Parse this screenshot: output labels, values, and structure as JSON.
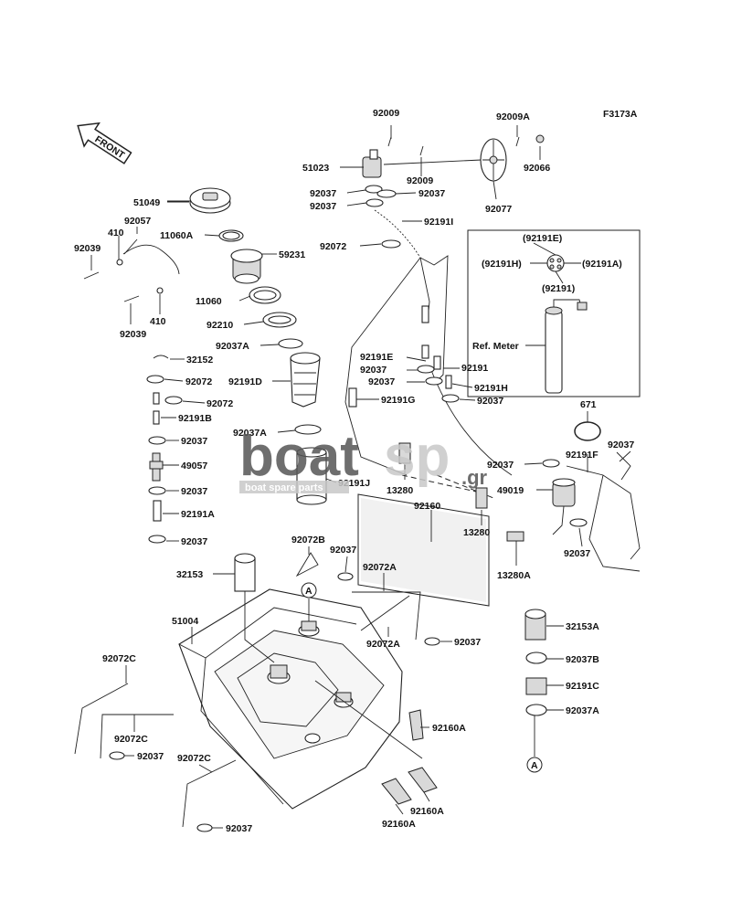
{
  "figure_code": "F3173A",
  "front_label": "FRONT",
  "ref_meter_label": "Ref. Meter",
  "watermark": {
    "brand_left": "boat",
    "brand_right": "sp",
    "suffix": ".gr",
    "tagline": "boat spare parts",
    "color_dark": "#555555",
    "color_light": "#c8c8c8"
  },
  "callout_letter": "A",
  "labels": {
    "p92009_top": "92009",
    "p92009A": "92009A",
    "p51023": "51023",
    "p92009_mid": "92009",
    "p92066": "92066",
    "p92037_a": "92037",
    "p92037_b": "92037",
    "p92037_c": "92037",
    "p92077": "92077",
    "p92191I": "92191I",
    "p51049": "51049",
    "p92057": "92057",
    "p410_top": "410",
    "p92039_top": "92039",
    "p11060A": "11060A",
    "p92072_top": "92072",
    "p59231": "59231",
    "p92191E_box": "(92191E)",
    "p92191H_box": "(92191H)",
    "p92191A_box": "(92191A)",
    "p92191_box": "(92191)",
    "p11060": "11060",
    "p92039_bot": "92039",
    "p410_bot": "410",
    "p92210": "92210",
    "p92037A_top": "92037A",
    "p32152": "32152",
    "p92191E": "92191E",
    "p92037_d": "92037",
    "p92191": "92191",
    "p92037_e": "92037",
    "p92191H": "92191H",
    "p92072_b": "92072",
    "p92191D": "92191D",
    "p92072_c": "92072",
    "p92191G": "92191G",
    "p92037_f": "92037",
    "p92191B": "92191B",
    "p671": "671",
    "p92037A_mid": "92037A",
    "p92037_g": "92037",
    "p92191F": "92191F",
    "p92037_h": "92037",
    "p49057": "49057",
    "p92037_i": "92037",
    "p13280_a": "13280",
    "p92191J": "92191J",
    "p92037_j": "92037",
    "p49019": "49019",
    "p92191A": "92191A",
    "p92160": "92160",
    "p13280_b": "13280",
    "p92037_k": "92037",
    "p92037_l": "92037",
    "p92072B": "92072B",
    "p92037_m": "92037",
    "p13280A": "13280A",
    "p32153": "32153",
    "p92072A_top": "92072A",
    "p51004": "51004",
    "p32153A": "32153A",
    "p92072A_bot": "92072A",
    "p92037_n": "92037",
    "p92072C_top": "92072C",
    "p92037B": "92037B",
    "p92191C": "92191C",
    "p92037A_bot": "92037A",
    "p92160A_mid": "92160A",
    "p92072C_mid": "92072C",
    "p92037_o": "92037",
    "p92072C_bot": "92072C",
    "p92160A_bot": "92160A",
    "p92160A_low": "92160A",
    "p92037_p": "92037"
  }
}
